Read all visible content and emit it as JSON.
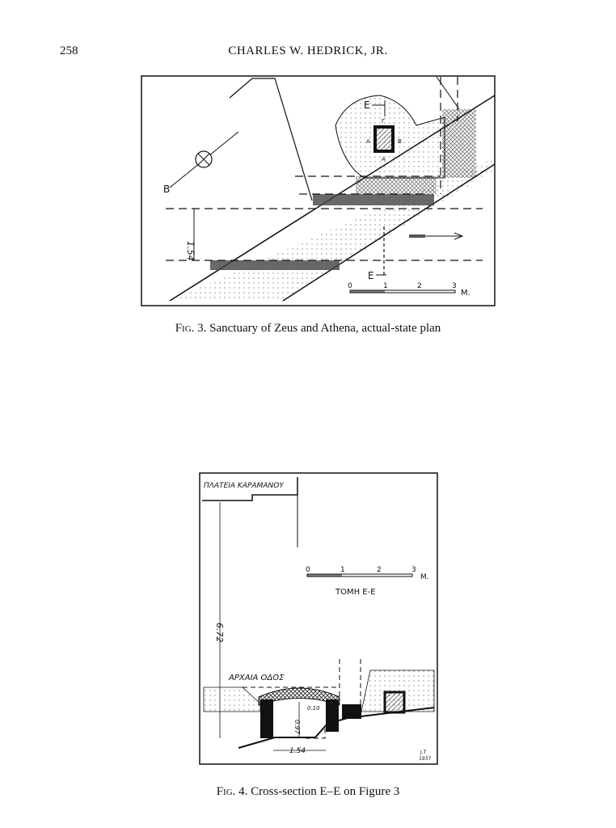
{
  "header": {
    "page_number": "258",
    "running_head": "CHARLES W. HEDRICK, JR."
  },
  "figure3": {
    "caption_prefix": "Fig. 3.",
    "caption_text": " Sanctuary of Zeus and Athena, actual-state plan",
    "labels": {
      "section_top": "E",
      "section_bottom": "E",
      "gamma": "Γ",
      "a_left": "Α",
      "b_right": "Β",
      "a_bottom": "Α",
      "north": "Β",
      "width": "1.54",
      "scale_0": "0",
      "scale_1": "1",
      "scale_2": "2",
      "scale_3": "3",
      "scale_unit": "M."
    }
  },
  "figure4": {
    "caption_prefix": "Fig. 4.",
    "caption_text": " Cross-section E–E on Figure 3",
    "labels": {
      "square": "ΠΛΑΤΕΙΑ ΚΑΡΑΜΑΝΟΥ",
      "section_title": "ΤΟΜΗ Ε-Ε",
      "road": "ΑΡΧΑΙΑ ΟΔΟΣ",
      "height": "6.72",
      "inner_height": "0.97",
      "slab": "0.10",
      "width": "1.54",
      "initials": "J.T",
      "year": "1937",
      "scale_0": "0",
      "scale_1": "1",
      "scale_2": "2",
      "scale_3": "3",
      "scale_unit": "M."
    }
  }
}
